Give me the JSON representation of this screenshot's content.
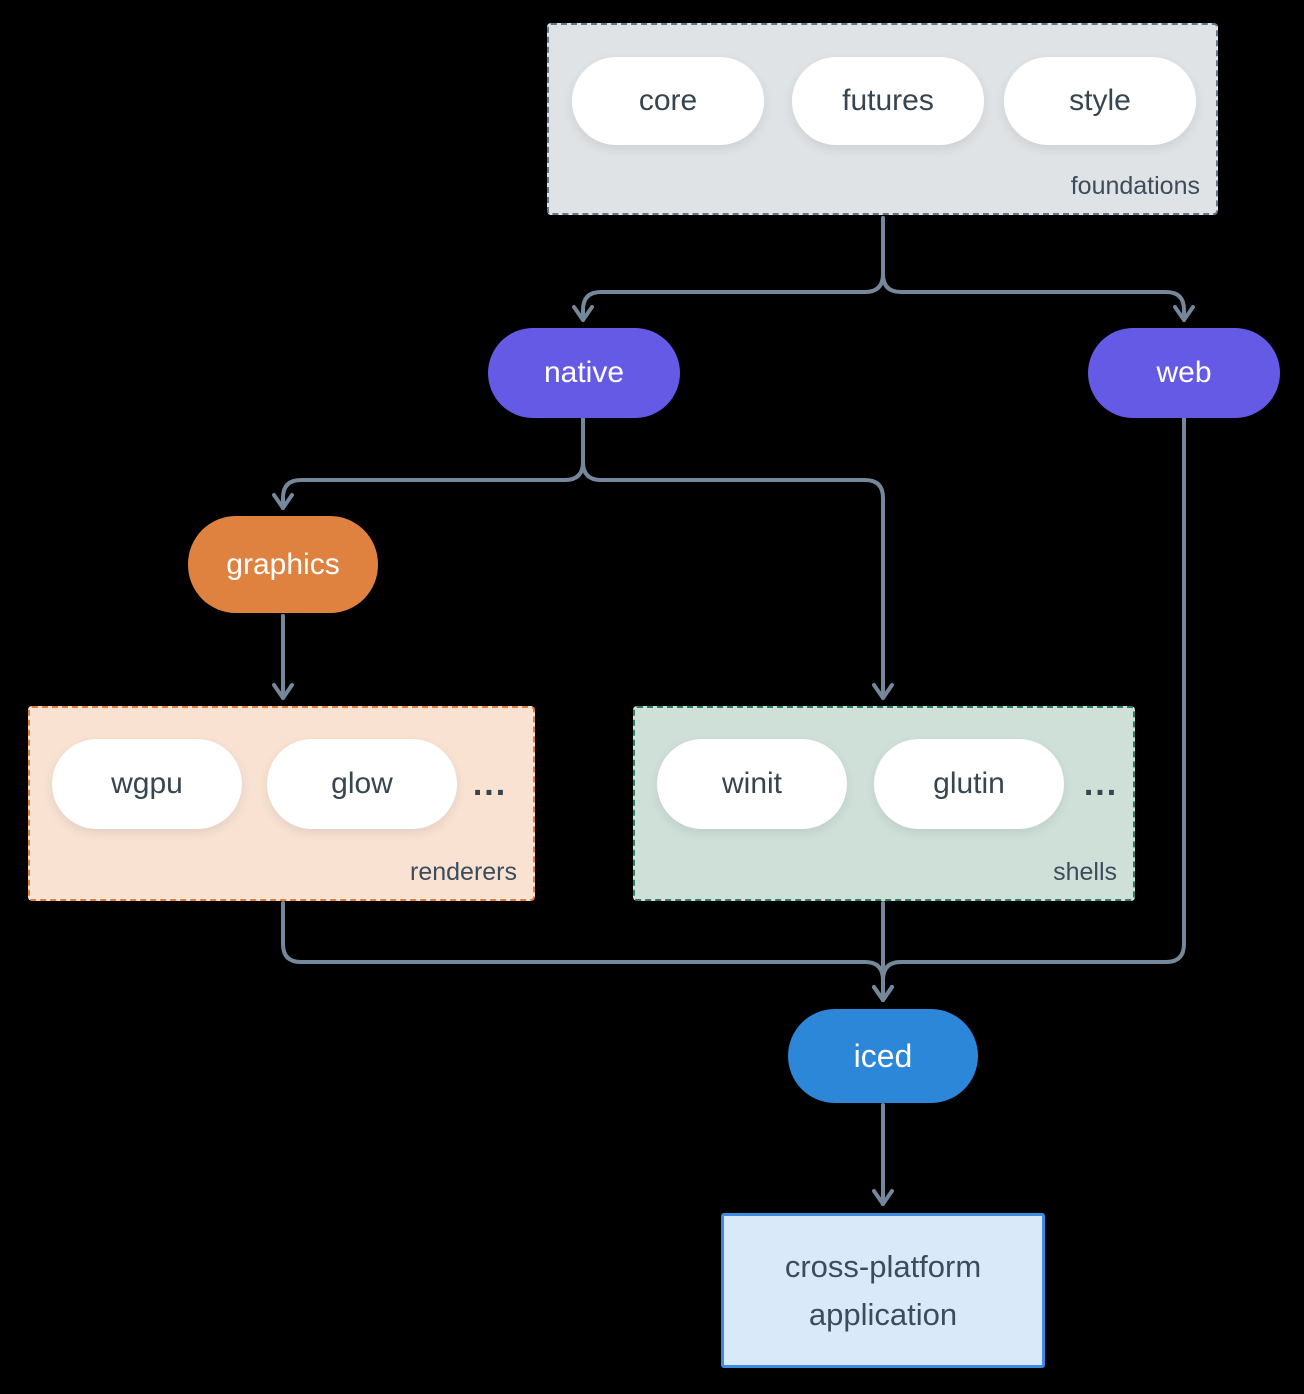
{
  "colors": {
    "arrow": "#75879a",
    "purple": "#655ae6",
    "orange": "#e0823f",
    "blue": "#2d87d8",
    "foundations-fill": "#dfe3e6",
    "foundations-border": "#64788a",
    "renderers-fill": "#f9e2d2",
    "renderers-border": "#df7f3a",
    "shells-fill": "#cfe0d9",
    "shells-border": "#2f7d68",
    "application-fill": "#d9e9f9",
    "application-border": "#3c8ce2"
  },
  "groups": {
    "foundations": {
      "label": "foundations",
      "pills": [
        "core",
        "futures",
        "style"
      ]
    },
    "renderers": {
      "label": "renderers",
      "pills": [
        "wgpu",
        "glow"
      ],
      "more": "..."
    },
    "shells": {
      "label": "shells",
      "pills": [
        "winit",
        "glutin"
      ],
      "more": "..."
    }
  },
  "nodes": {
    "native": {
      "label": "native"
    },
    "web": {
      "label": "web"
    },
    "graphics": {
      "label": "graphics"
    },
    "iced": {
      "label": "iced"
    },
    "application": {
      "line1": "cross-platform",
      "line2": "application"
    }
  }
}
